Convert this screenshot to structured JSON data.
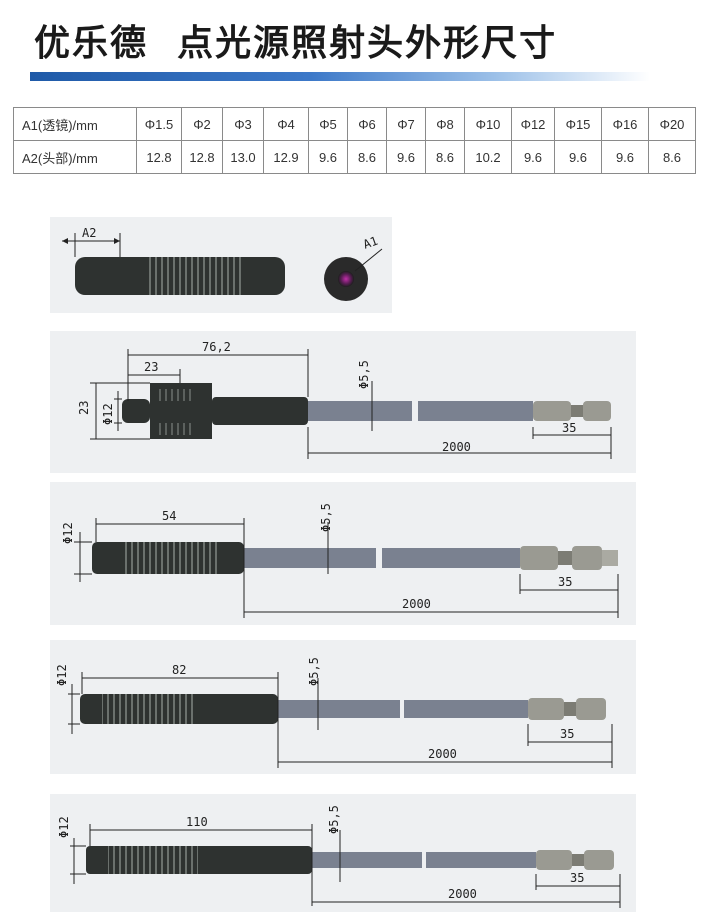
{
  "page": {
    "title": "优乐德  点光源照射头外形尺寸"
  },
  "spec_table": {
    "rows": [
      {
        "label": "A1(透镜)/mm",
        "cells": [
          "Φ1.5",
          "Φ2",
          "Φ3",
          "Φ4",
          "Φ5",
          "Φ6",
          "Φ7",
          "Φ8",
          "Φ10",
          "Φ12",
          "Φ15",
          "Φ16",
          "Φ20"
        ]
      },
      {
        "label": "A2(头部)/mm",
        "cells": [
          "12.8",
          "12.8",
          "13.0",
          "12.9",
          "9.6",
          "8.6",
          "9.6",
          "8.6",
          "10.2",
          "9.6",
          "9.6",
          "9.6",
          "8.6"
        ]
      }
    ]
  },
  "drawings": {
    "head_detail": {
      "a2_label": "A2",
      "a1_label": "A1"
    },
    "heads": [
      {
        "length": "76,2",
        "depth": "23",
        "height": "23",
        "diameter": "Φ12",
        "fiber_diameter": "Φ5,5",
        "fiber_length": "2000",
        "connector_length": "35"
      },
      {
        "length": "54",
        "diameter": "Φ12",
        "fiber_diameter": "Φ5,5",
        "fiber_length": "2000",
        "connector_length": "35"
      },
      {
        "length": "82",
        "diameter": "Φ12",
        "fiber_diameter": "Φ5,5",
        "fiber_length": "2000",
        "connector_length": "35"
      },
      {
        "length": "110",
        "diameter": "Φ12",
        "fiber_diameter": "Φ5,5",
        "fiber_length": "2000",
        "connector_length": "35"
      }
    ]
  },
  "colors": {
    "accent": "#1f5aa8",
    "panel": "#eef0f2",
    "body": "#2e3230",
    "fiber": "#7a8190"
  }
}
